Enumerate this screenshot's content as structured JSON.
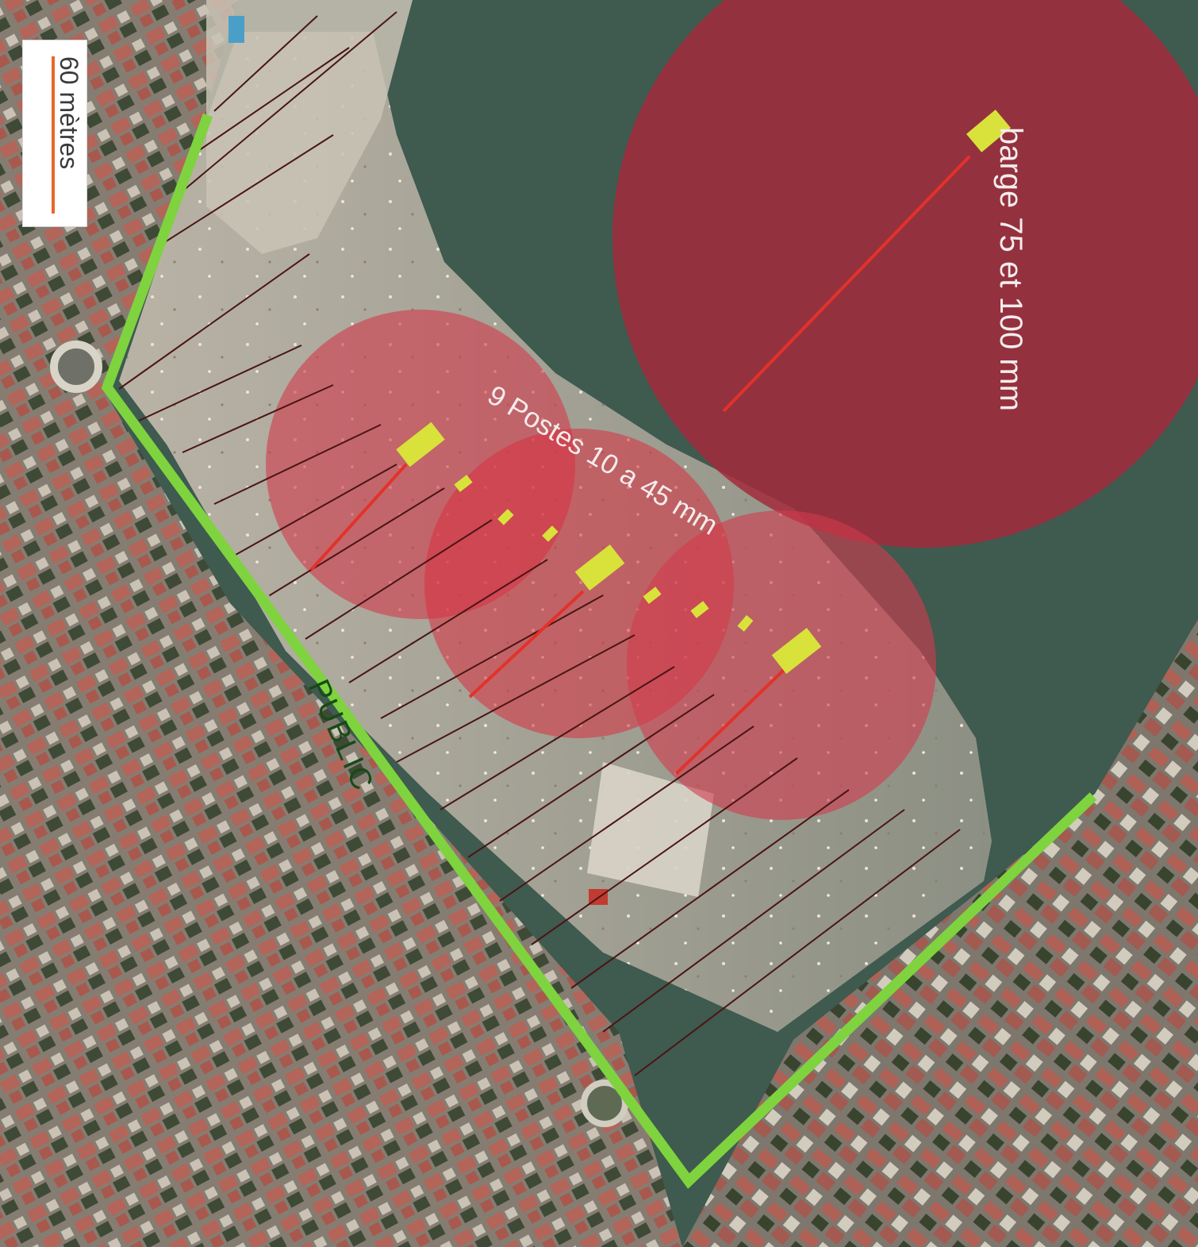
{
  "scale": {
    "label": "60 mètres",
    "bar_color": "#e8672a"
  },
  "labels": {
    "barge": "barge 75 et 100 mm",
    "postes": "9 Postes 10 a 45 mm",
    "public": "PUBLIC"
  },
  "colors": {
    "water": "#3f5a4f",
    "sand": "#b7b1a4",
    "urban": "#8a8279",
    "roof": "#b3655a",
    "zone_fill": "#d23a4c",
    "barge_zone_fill": "#a32a3c",
    "perimeter": "#7ed33f",
    "post_marker": "#d8e23a",
    "range_line": "#e2322a",
    "hatch_line": "#4a1515"
  }
}
